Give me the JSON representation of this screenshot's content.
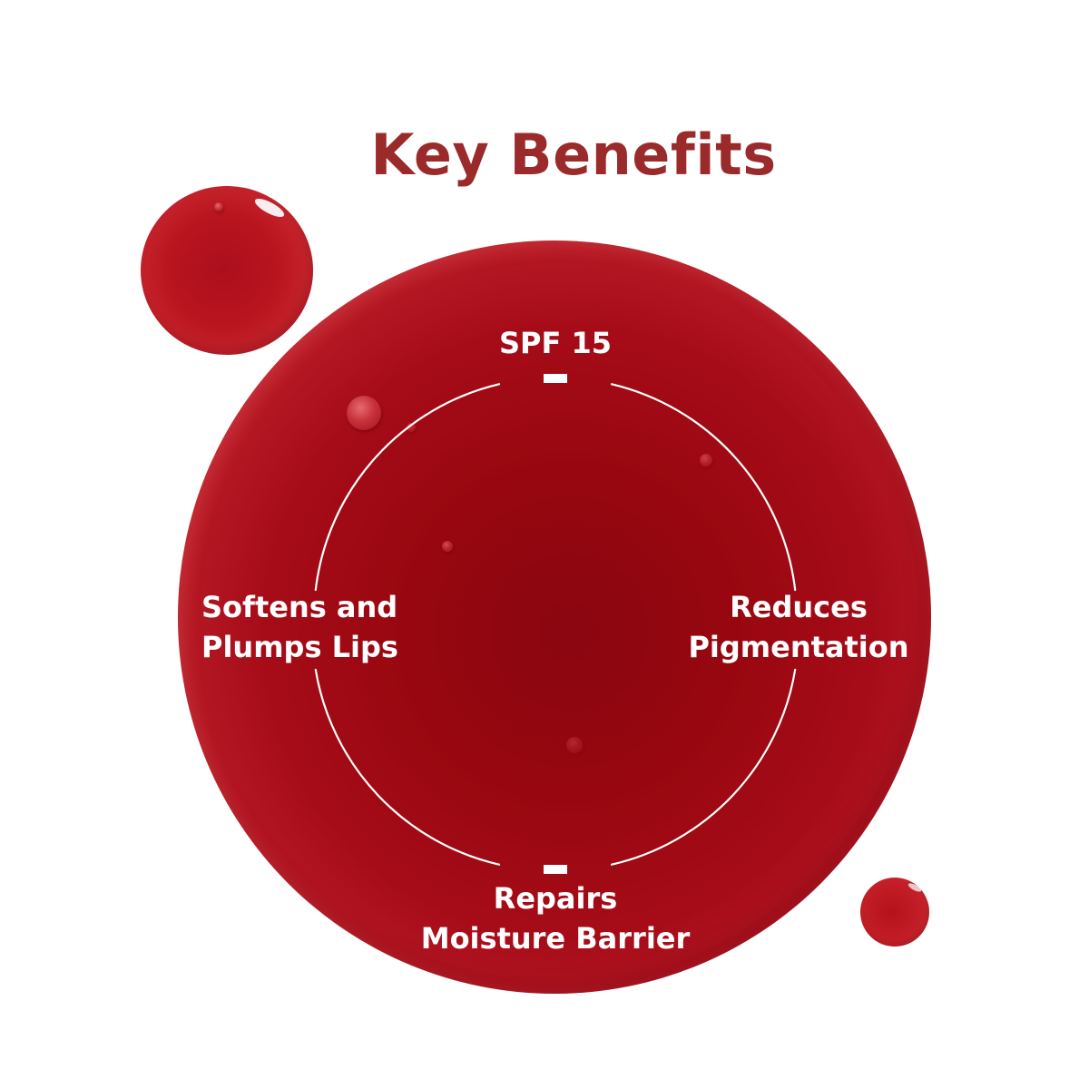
{
  "header": {
    "title": "Key Benefits"
  },
  "benefits": [
    {
      "position": "top",
      "line1": "SPF 15",
      "line2": ""
    },
    {
      "position": "left",
      "line1": "Softens and",
      "line2": "Plumps Lips"
    },
    {
      "position": "right",
      "line1": "Reduces",
      "line2": "Pigmentation"
    },
    {
      "position": "bottom",
      "line1": "Repairs",
      "line2": "Moisture Barrier"
    }
  ],
  "colors": {
    "title": "#9b2b2b",
    "drop_red": "#a60c18",
    "drop_dark": "#8a0610",
    "text": "#ffffff",
    "background": "#ffffff"
  }
}
